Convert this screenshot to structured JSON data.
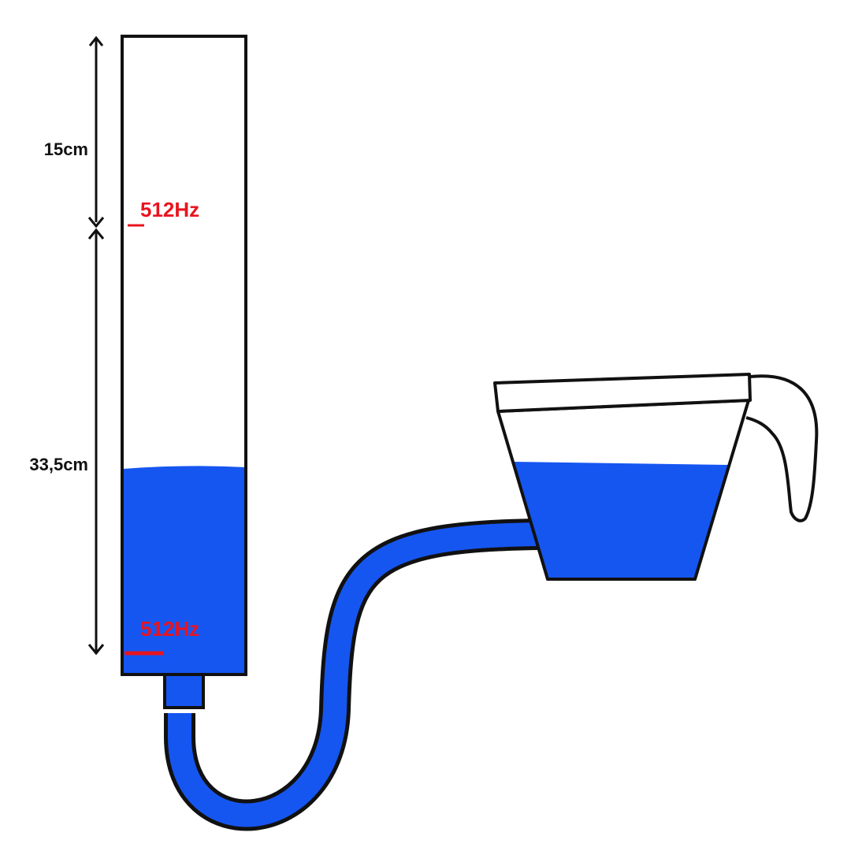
{
  "diagram": {
    "upper_distance_label": "15cm",
    "lower_distance_label": "33,5cm",
    "upper_frequency_label": "512Hz",
    "lower_frequency_label": "512Hz"
  },
  "colors": {
    "water": "#1656f0",
    "outline": "#111111",
    "frequency_mark": "#e8141f",
    "background": "#ffffff"
  }
}
